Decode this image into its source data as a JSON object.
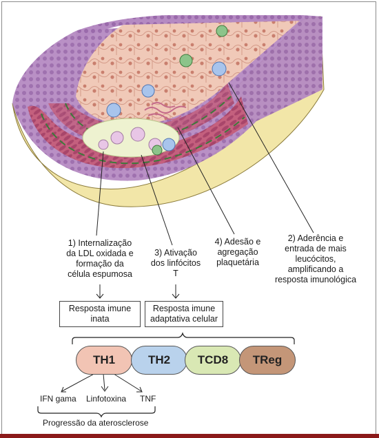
{
  "labels": {
    "step1": "1) Internalização\nda LDL oxidada e\nformação da\ncélula espumosa",
    "step2": "2) Aderência e\nentrada de mais\nleucócitos,\namplificando a\nresposta imunológica",
    "step3": "3) Ativação\ndos linfócitos\nT",
    "step4": "4) Adesão e\nagregação\nplaquetária"
  },
  "boxes": {
    "innate": "Resposta imune\ninata",
    "adaptive": "Resposta imune\nadaptativa celular"
  },
  "cells": [
    {
      "label": "TH1",
      "color": "#f2c4b4"
    },
    {
      "label": "TH2",
      "color": "#b9d2ec"
    },
    {
      "label": "TCD8",
      "color": "#d9e8b4"
    },
    {
      "label": "TReg",
      "color": "#c49678"
    }
  ],
  "cytokines": [
    "IFN gama",
    "Linfotoxina",
    "TNF"
  ],
  "footer": "Progressão da aterosclerose"
}
